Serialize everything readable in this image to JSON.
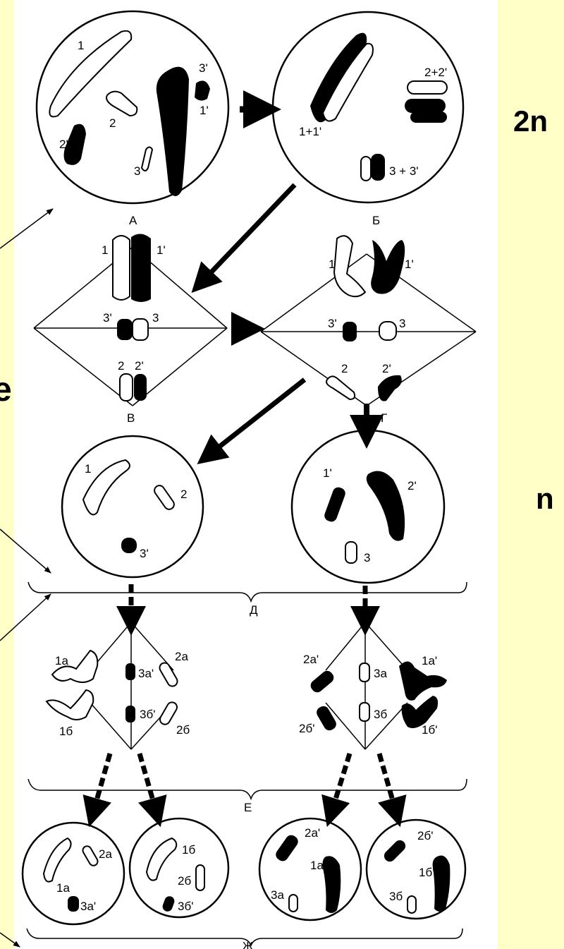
{
  "ploidy": {
    "diploid": "2n",
    "haploid": "n"
  },
  "left_edge_letter": "e",
  "stage_labels": {
    "A": "А",
    "B": "Б",
    "V": "В",
    "G": "Г",
    "D": "Д",
    "E": "Е",
    "Zh": "Ж"
  },
  "chromosome_labels": {
    "c1": "1",
    "c1p": "1'",
    "c2": "2",
    "c2p": "2'",
    "c3": "3",
    "c3p": "3'",
    "b11": "1+1'",
    "b22": "2+2'",
    "b33": "3 + 3'",
    "a1": "1a",
    "a1p": "1a'",
    "a2": "2a",
    "a2p": "2a'",
    "a3": "3a",
    "a3p": "3a'",
    "b1": "1б",
    "b1p": "1б'",
    "b2": "2б",
    "b2p": "2б'",
    "b3": "3б",
    "b3p": "3б'"
  },
  "colors": {
    "background": "#ffffc8",
    "panel": "#ffffff",
    "ink": "#000000"
  }
}
